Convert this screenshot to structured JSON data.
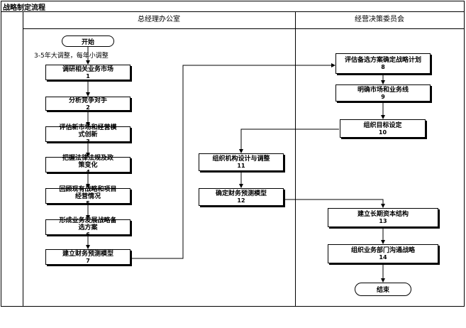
{
  "title": "战略制定流程",
  "lanes": [
    {
      "label": "总经理办公室"
    },
    {
      "label": "经营决策委员会"
    }
  ],
  "start_label": "开始",
  "end_label": "结束",
  "note": "3-5年大调整，每年小调整",
  "steps": [
    {
      "text": "调研相关业务市场",
      "num": "1"
    },
    {
      "text": "分析竞争对手",
      "num": "2"
    },
    {
      "text": "评估新市场和经营模式创新",
      "num": "3"
    },
    {
      "text": "把握法律法规及政策变化",
      "num": "4"
    },
    {
      "text": "回顾现有战略和项目经营情况",
      "num": "5"
    },
    {
      "text": "形成业务发展战略备选方案",
      "num": "6"
    },
    {
      "text": "建立财务预测模型",
      "num": "7"
    },
    {
      "text": "评估备选方案确定战略计划",
      "num": "8"
    },
    {
      "text": "明确市场和业务线",
      "num": "9"
    },
    {
      "text": "组织目标设定",
      "num": "10"
    },
    {
      "text": "组织机构设计与调整",
      "num": "11"
    },
    {
      "text": "确定财务预测模型",
      "num": "12"
    },
    {
      "text": "建立长期资本结构",
      "num": "13"
    },
    {
      "text": "组织业务部门沟通战略",
      "num": "14"
    }
  ]
}
